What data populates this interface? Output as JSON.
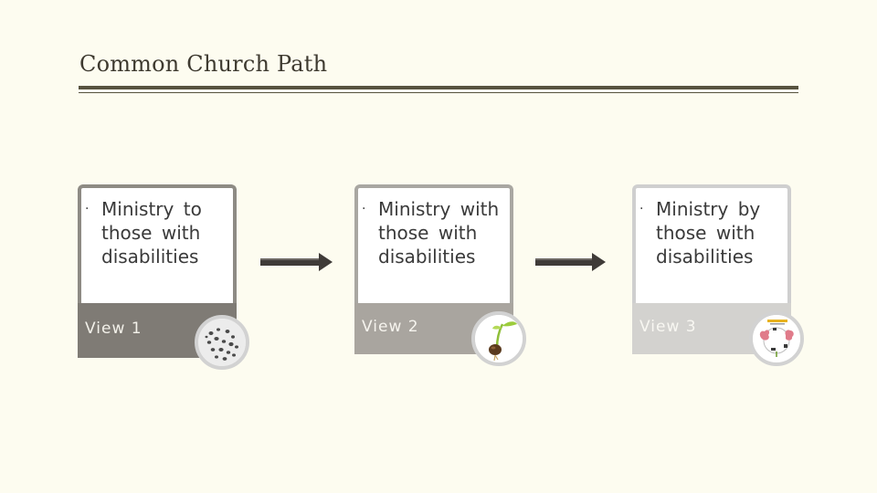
{
  "header": {
    "title": "Common Church Path"
  },
  "cards": [
    {
      "bullet": "·",
      "lines": [
        "Ministry to",
        "those with",
        "disabilities"
      ],
      "view_label": "View 1",
      "thumbnail_icon": "seeds-dish-icon"
    },
    {
      "bullet": "·",
      "lines": [
        "Ministry with",
        "those with",
        "disabilities"
      ],
      "view_label": "View 2",
      "thumbnail_icon": "sprouting-seed-icon"
    },
    {
      "bullet": "·",
      "lines": [
        "Ministry by",
        "those with",
        "disabilities"
      ],
      "view_label": "View 3",
      "thumbnail_icon": "plant-lifecycle-diagram-icon"
    }
  ],
  "colors": {
    "background": "#fdfcf0",
    "rule": "#57533f",
    "arrow": "#3f3b38"
  }
}
